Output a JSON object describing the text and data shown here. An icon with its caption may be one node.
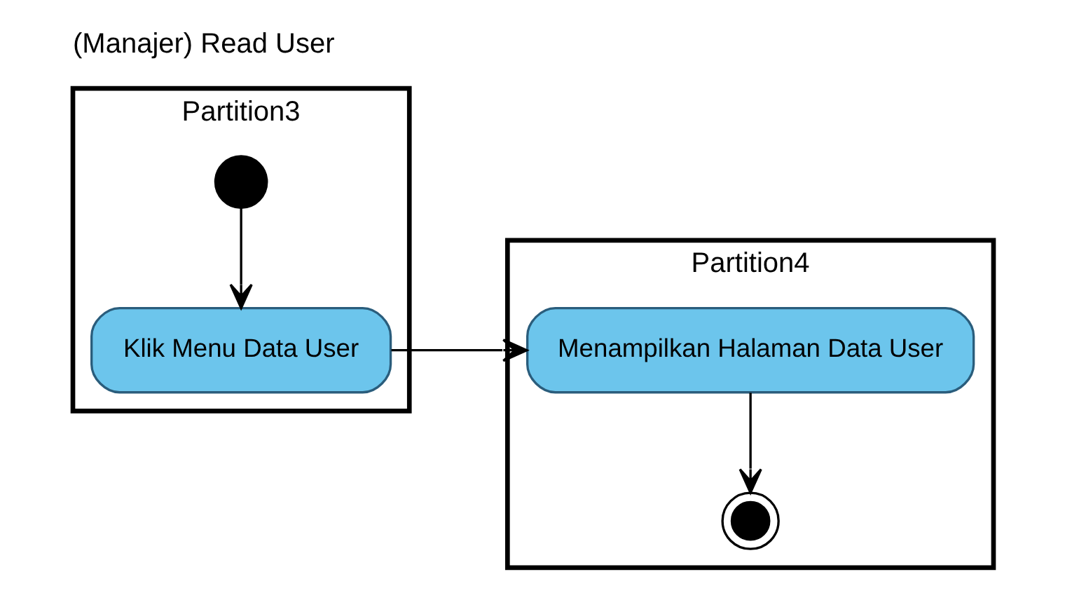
{
  "diagram": {
    "title": "(Manajer) Read User",
    "nodes": [
      {
        "text": [
          "Partition3"
        ]
      },
      {
        "text": [
          "Partition4"
        ]
      },
      {
        "text": [],
        "shape": "circle",
        "in": 0
      },
      {
        "text": [
          "Klik Menu Data User"
        ],
        "in": 0
      },
      {
        "text": [
          "Menampilkan Halaman Data User"
        ],
        "in": 1
      },
      {
        "text": [],
        "shape": "bullseye",
        "in": 1
      }
    ],
    "edges": [
      {
        "from": 2,
        "to": 3,
        "arrow": "to"
      },
      {
        "from": 3,
        "to": 4,
        "arrow": "to"
      },
      {
        "from": 4,
        "to": 5,
        "arrow": "to"
      }
    ]
  }
}
